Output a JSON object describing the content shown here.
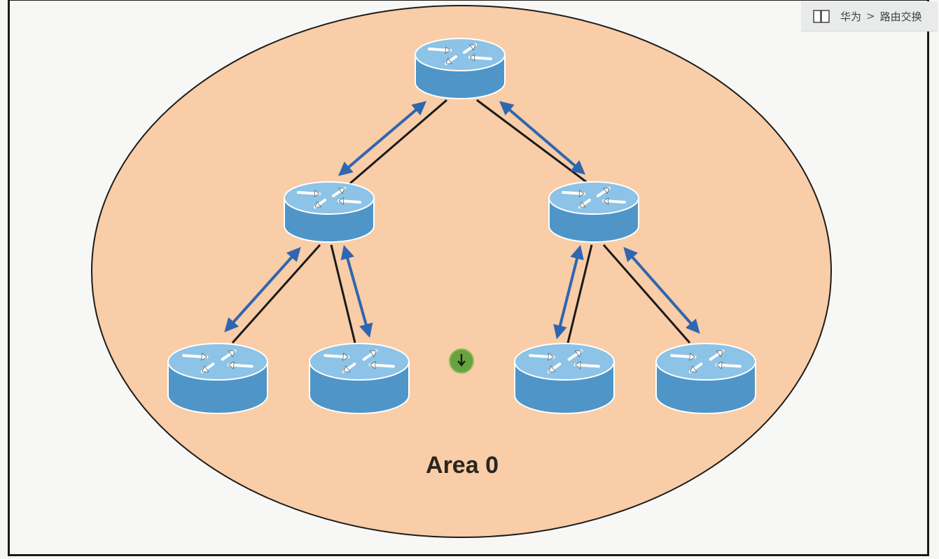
{
  "diagram": {
    "area_label": "Area 0",
    "colors": {
      "area_fill": "#f8cda7",
      "area_stroke": "#1c1c1c",
      "router_body": "#4f95c8",
      "router_top": "#8cc3e6",
      "link_line": "#1a1a1a",
      "flood_arrow": "#2f66b0"
    },
    "routers": [
      {
        "id": "r-top"
      },
      {
        "id": "r-mid-left"
      },
      {
        "id": "r-mid-right"
      },
      {
        "id": "r-bot-1"
      },
      {
        "id": "r-bot-2"
      },
      {
        "id": "r-bot-3"
      },
      {
        "id": "r-bot-4"
      }
    ]
  },
  "breadcrumb": {
    "icon": "book-icon",
    "items": [
      "华为",
      "路由交换"
    ],
    "separator": ">"
  }
}
